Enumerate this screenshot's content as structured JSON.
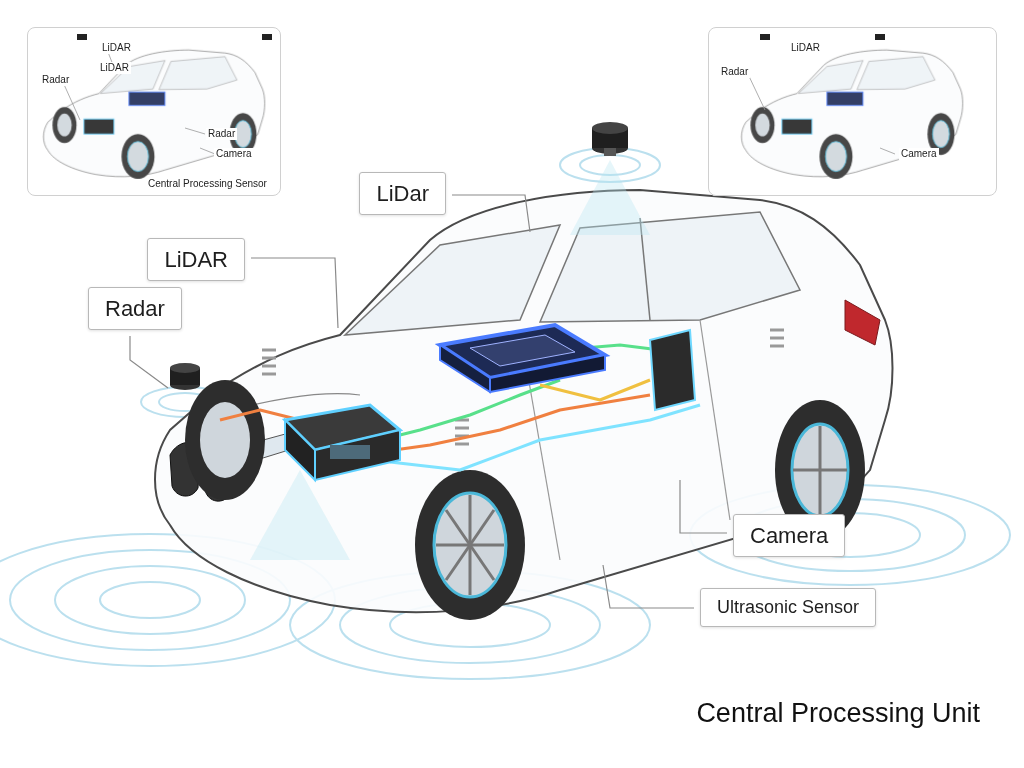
{
  "diagram": {
    "nodes": [
      {
        "text": [
          "LiDAR",
          "LiDAR",
          "Radar",
          "Radar",
          "Camera",
          "Central Processing Sensor"
        ]
      },
      {
        "text": [
          "LiDAR",
          "Radar",
          "Camera"
        ]
      },
      {
        "text": [
          "LiDar"
        ]
      },
      {
        "text": [
          "LiDAR"
        ]
      },
      {
        "text": [
          "Radar"
        ]
      },
      {
        "text": [
          "Camera"
        ]
      },
      {
        "text": [
          "Ultrasonic Sensor"
        ]
      }
    ],
    "labels": [
      "Central Processing Unit"
    ]
  }
}
